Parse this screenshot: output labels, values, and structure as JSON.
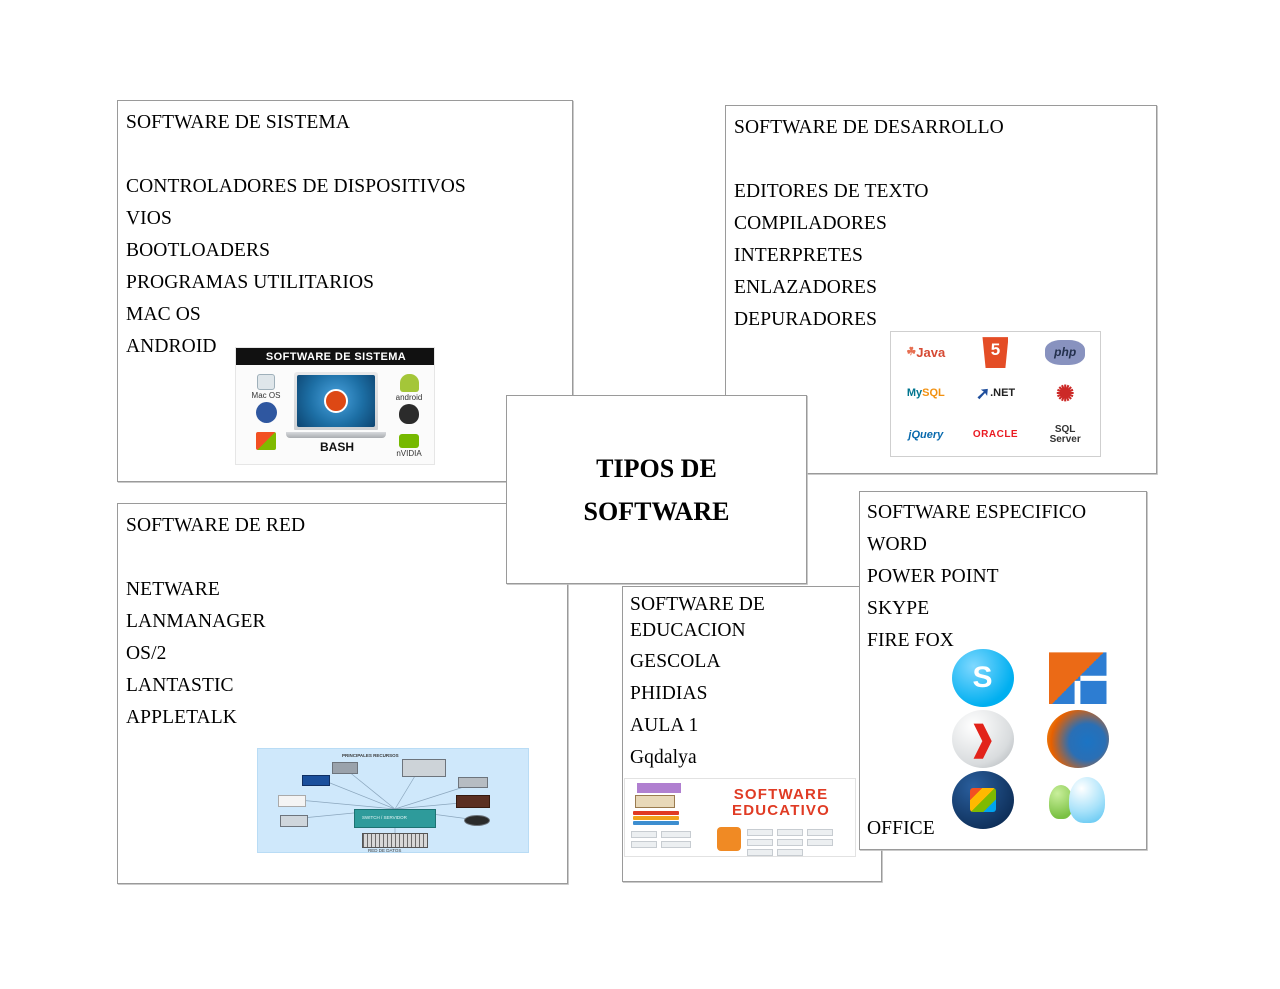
{
  "center": {
    "line1": "TIPOS DE",
    "line2": "SOFTWARE"
  },
  "boxes": {
    "system": {
      "title": "SOFTWARE DE SISTEMA",
      "items": [
        "CONTROLADORES DE DISPOSITIVOS",
        "VIOS",
        " BOOTLOADERS",
        "PROGRAMAS UTILITARIOS",
        "MAC OS",
        "ANDROID"
      ],
      "image": {
        "name": "system-software-collage",
        "banner": "SOFTWARE DE SISTEMA",
        "logos": [
          "Mac OS",
          "android",
          "Fedora",
          "GNOME",
          "Windows",
          "BASH",
          "nVIDIA",
          "Ubuntu"
        ]
      }
    },
    "development": {
      "title": "SOFTWARE DE DESARROLLO",
      "items": [
        "EDITORES DE TEXTO",
        "COMPILADORES",
        "INTERPRETES",
        "ENLAZADORES",
        "DEPURADORES"
      ],
      "image": {
        "name": "development-logos-grid",
        "logos": [
          "Java",
          "HTML 5",
          "php",
          "MySQL",
          ".NET",
          "SQL Server",
          "jQuery",
          "ORACLE",
          "SQL Server"
        ]
      }
    },
    "network": {
      "title": "SOFTWARE DE RED",
      "items": [
        "NETWARE",
        "LANMANAGER",
        "OS/2",
        "LANTASTIC",
        "APPLETALK"
      ],
      "image": {
        "name": "network-topology-diagram",
        "caption": "PRINCIPALES RECURSOS",
        "center_label": "SWITCH / SERVIDOR",
        "bottom_label": "RED DE DATOS"
      }
    },
    "education": {
      "title_line1": "SOFTWARE DE",
      "title_line2": "EDUCACION",
      "items": [
        "GESCOLA",
        "PHIDIAS",
        "AULA 1",
        "Gqdalya"
      ],
      "image": {
        "name": "educational-software-collage",
        "title_line1": "SOFTWARE",
        "title_line2": "EDUCATIVO"
      }
    },
    "specific": {
      "title": "SOFTWARE ESPECIFICO",
      "items": [
        "WORD",
        "POWER POINT",
        "SKYPE",
        "FIRE FOX"
      ],
      "footer": "OFFICE",
      "image": {
        "name": "application-icons-grid",
        "icons": [
          "Skype",
          "Microsoft Office",
          "Adobe Reader",
          "Mozilla Firefox",
          "Windows",
          "MSN Messenger"
        ]
      }
    }
  },
  "colors": {
    "border": "#9a9a9a",
    "background": "#ffffff",
    "text": "#000000",
    "network_background": "#cfe8fb",
    "network_switch": "#2e9b9b",
    "edu_title": "#e03b24",
    "ubuntu_orange": "#dd4814",
    "html5_orange": "#e44d26",
    "java_red": "#e76f51",
    "php_purple": "#8892bf",
    "mysql_blue": "#00758f",
    "dotnet_blue": "#1f4e9c",
    "jquery_blue": "#0769ad",
    "oracle_red": "#ea1b22",
    "sqlserver_red": "#cc2927",
    "skype_blue": "#00aff0",
    "firefox_orange": "#e66000",
    "windows_blue": "#0078d7",
    "msn_green": "#7ac143",
    "office_orange": "#eb6a16"
  }
}
